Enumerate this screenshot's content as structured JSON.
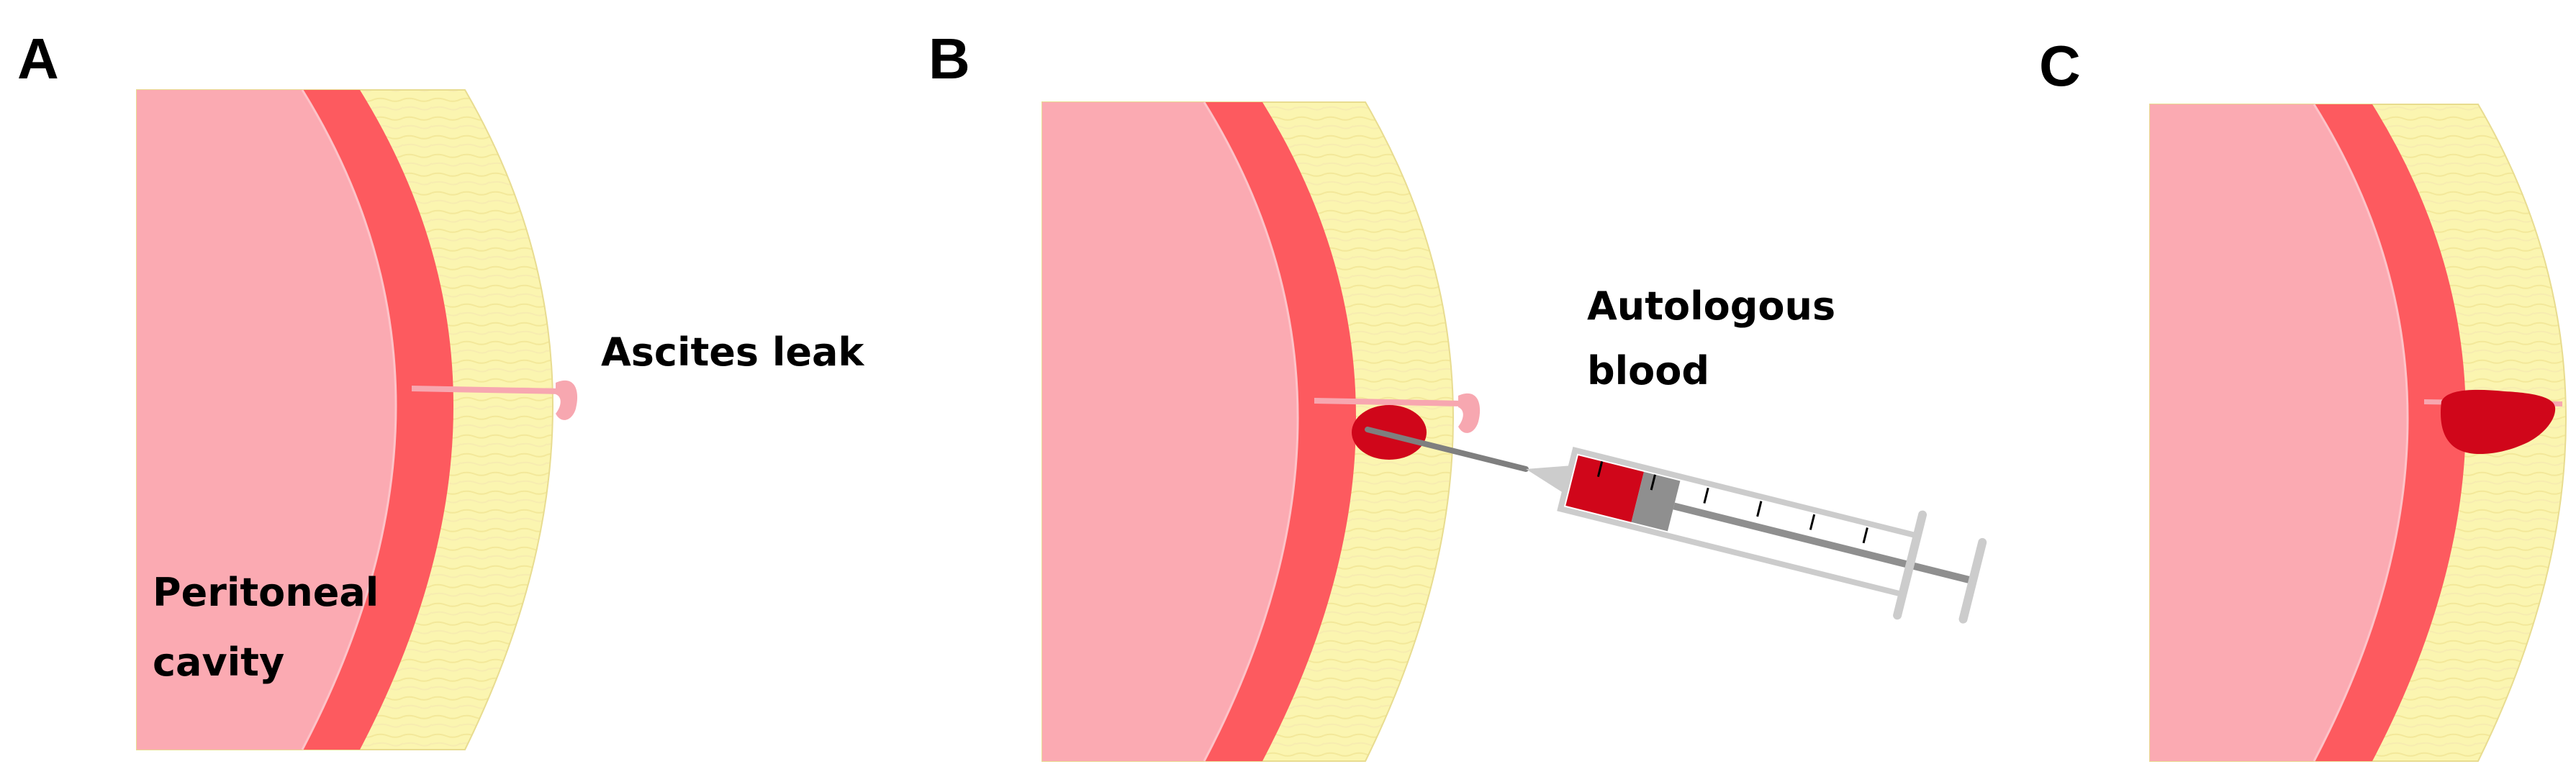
{
  "panels": [
    {
      "letter": "A"
    },
    {
      "letter": "B"
    },
    {
      "letter": "C"
    }
  ],
  "labels": {
    "ascites_leak": "Ascites leak",
    "peritoneal_cavity_line1": "Peritoneal",
    "peritoneal_cavity_line2": "cavity",
    "autologous_blood_line1": "Autologous",
    "autologous_blood_line2": "blood"
  },
  "colors": {
    "cavity": "#fbaab2",
    "peritoneum": "#fd5a5f",
    "abdominal_wall": "#fbf5b0",
    "ascites": "#f7a7b0",
    "blood": "#d0061a",
    "syringe_frame": "#cccccc",
    "plunger": "#8f8f8f"
  }
}
